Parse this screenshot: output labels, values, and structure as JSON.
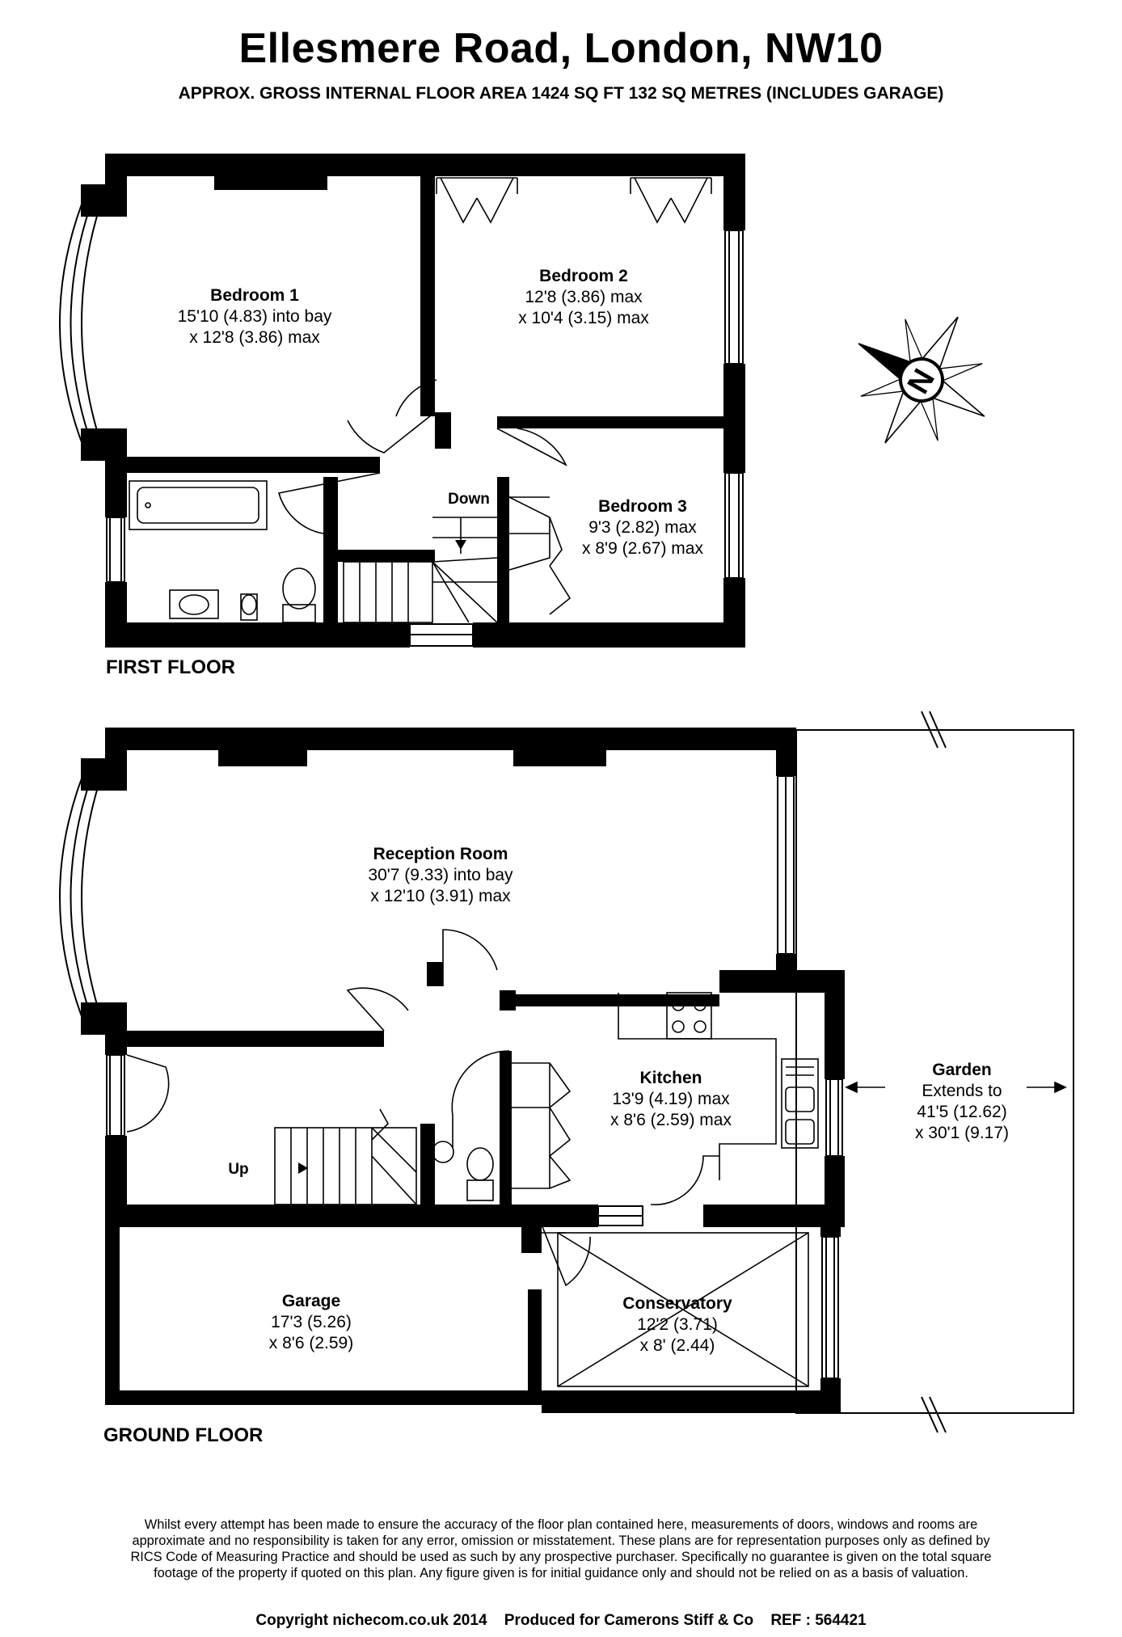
{
  "title": "Ellesmere Road, London, NW10",
  "subtitle": "APPROX. GROSS INTERNAL FLOOR AREA 1424 SQ FT 132 SQ METRES (INCLUDES GARAGE)",
  "first_floor": {
    "label": "FIRST FLOOR",
    "stair_label": "Down",
    "rooms": [
      {
        "name": "Bedroom 1",
        "line1": "15'10 (4.83) into bay",
        "line2": "x 12'8 (3.86) max"
      },
      {
        "name": "Bedroom 2",
        "line1": "12'8 (3.86) max",
        "line2": "x 10'4 (3.15) max"
      },
      {
        "name": "Bedroom 3",
        "line1": "9'3 (2.82) max",
        "line2": "x 8'9 (2.67) max"
      }
    ]
  },
  "ground_floor": {
    "label": "GROUND FLOOR",
    "stair_label": "Up",
    "rooms": [
      {
        "name": "Reception Room",
        "line1": "30'7 (9.33) into bay",
        "line2": "x 12'10 (3.91) max"
      },
      {
        "name": "Kitchen",
        "line1": "13'9 (4.19) max",
        "line2": "x 8'6 (2.59) max"
      },
      {
        "name": "Garden",
        "line1": "Extends to",
        "line2": "41'5 (12.62)",
        "line3": "x 30'1 (9.17)"
      },
      {
        "name": "Garage",
        "line1": "17'3 (5.26)",
        "line2": "x 8'6 (2.59)"
      },
      {
        "name": "Conservatory",
        "line1": "12'2 (3.71)",
        "line2": "x 8' (2.44)"
      }
    ]
  },
  "compass": {
    "letter": "N"
  },
  "disclaimer": "Whilst every attempt has been made to ensure the accuracy of the floor plan contained here, measurements of doors, windows and rooms are approximate and no responsibility is taken for any error, omission or misstatement. These plans are for representation purposes only as defined by RICS Code of Measuring Practice and should be used as such by any prospective purchaser. Specifically no guarantee is given on the total square footage of the property if quoted on this plan. Any figure given is for initial guidance only and should not be relied on as a basis of valuation.",
  "footer": {
    "copyright": "Copyright nichecom.co.uk 2014",
    "produced": "Produced for Camerons Stiff & Co",
    "ref": "REF : 564421"
  }
}
